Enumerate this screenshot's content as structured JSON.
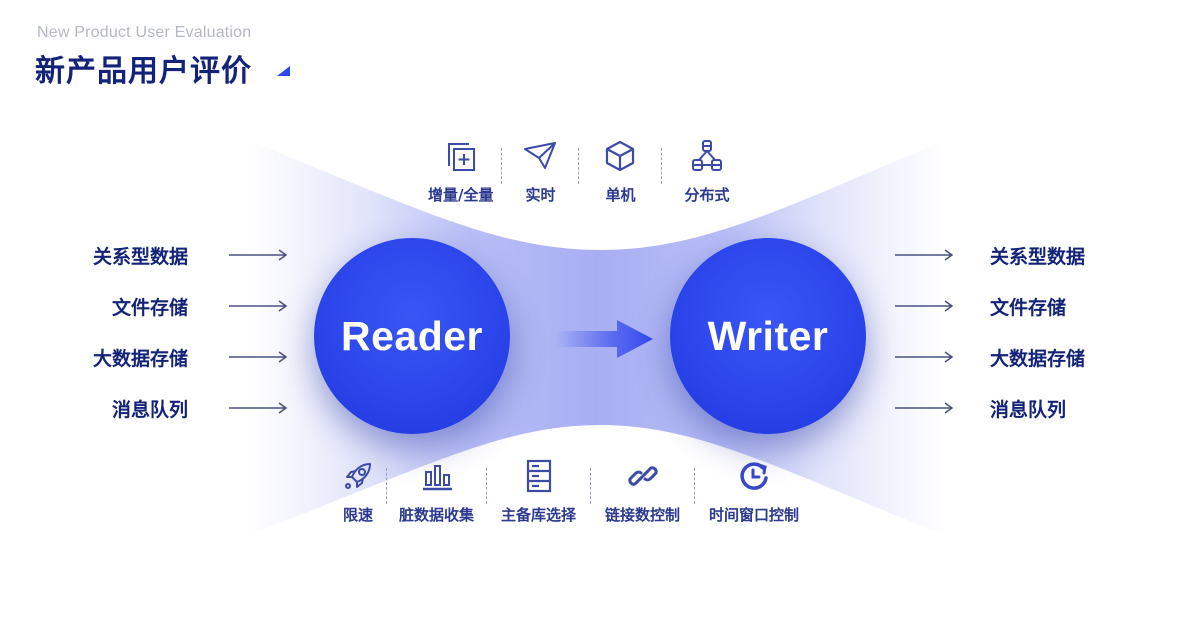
{
  "header": {
    "subtitle": "New Product User Evaluation",
    "title": "新产品用户评价"
  },
  "colors": {
    "title": "#14237a",
    "accent": "#2a49e8",
    "circle": "#2a44ea",
    "band": "#aab2f4",
    "icon": "#3c4aa8",
    "feature_label": "#2c3a8f"
  },
  "diagram": {
    "reader_label": "Reader",
    "writer_label": "Writer",
    "sources": [
      {
        "label": "关系型数据"
      },
      {
        "label": "文件存储"
      },
      {
        "label": "大数据存储"
      },
      {
        "label": "消息队列"
      }
    ],
    "targets": [
      {
        "label": "关系型数据"
      },
      {
        "label": "文件存储"
      },
      {
        "label": "大数据存储"
      },
      {
        "label": "消息队列"
      }
    ],
    "top_features": [
      {
        "label": "增量/全量",
        "icon": "copy-plus-icon"
      },
      {
        "label": "实时",
        "icon": "paper-plane-icon"
      },
      {
        "label": "单机",
        "icon": "cube-icon"
      },
      {
        "label": "分布式",
        "icon": "distributed-database-icon"
      }
    ],
    "bottom_features": [
      {
        "label": "限速",
        "icon": "rocket-icon"
      },
      {
        "label": "脏数据收集",
        "icon": "bar-chart-icon"
      },
      {
        "label": "主备库选择",
        "icon": "server-icon"
      },
      {
        "label": "链接数控制",
        "icon": "link-icon"
      },
      {
        "label": "时间窗口控制",
        "icon": "clock-refresh-icon"
      }
    ]
  }
}
